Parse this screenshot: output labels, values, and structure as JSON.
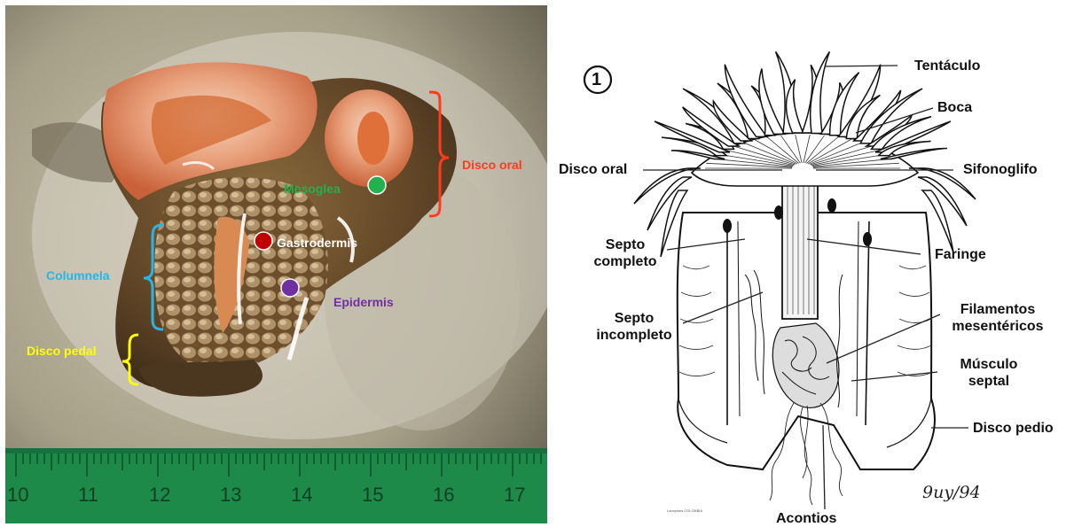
{
  "photo": {
    "labels": {
      "disco_oral": "Disco oral",
      "mesoglea": "Mesoglea",
      "gastrodermis": "Gastrodermis",
      "epidermis": "Epidermis",
      "columnela": "Columnela",
      "disco_pedal": "Disco pedal"
    },
    "ruler_numbers": [
      "10",
      "11",
      "12",
      "13",
      "14",
      "15",
      "16",
      "17"
    ],
    "colors": {
      "disco_oral": "#ff3b1f",
      "mesoglea": "#22b14c",
      "gastrodermis": "#ffffff",
      "epidermis": "#7030a0",
      "columnela": "#27b7e6",
      "disco_pedal": "#ffff00",
      "marker_gastrodermis": "#c00000",
      "ruler": "#1e8a4a"
    }
  },
  "drawing": {
    "figure_number": "1",
    "labels": {
      "tentaculo": "Tentáculo",
      "boca": "Boca",
      "disco_oral": "Disco oral",
      "sifonoglifo": "Sifonoglifo",
      "septo_completo_1": "Septo",
      "septo_completo_2": "completo",
      "faringe": "Faringe",
      "septo_incompleto_1": "Septo",
      "septo_incompleto_2": "incompleto",
      "filamentos_1": "Filamentos",
      "filamentos_2": "mesentéricos",
      "musculo_1": "Músculo",
      "musculo_2": "septal",
      "disco_pedio": "Disco pedio",
      "acontios": "Acontios"
    },
    "signature": "9uy/94",
    "credit": "Lanoyines COLONBIA"
  }
}
